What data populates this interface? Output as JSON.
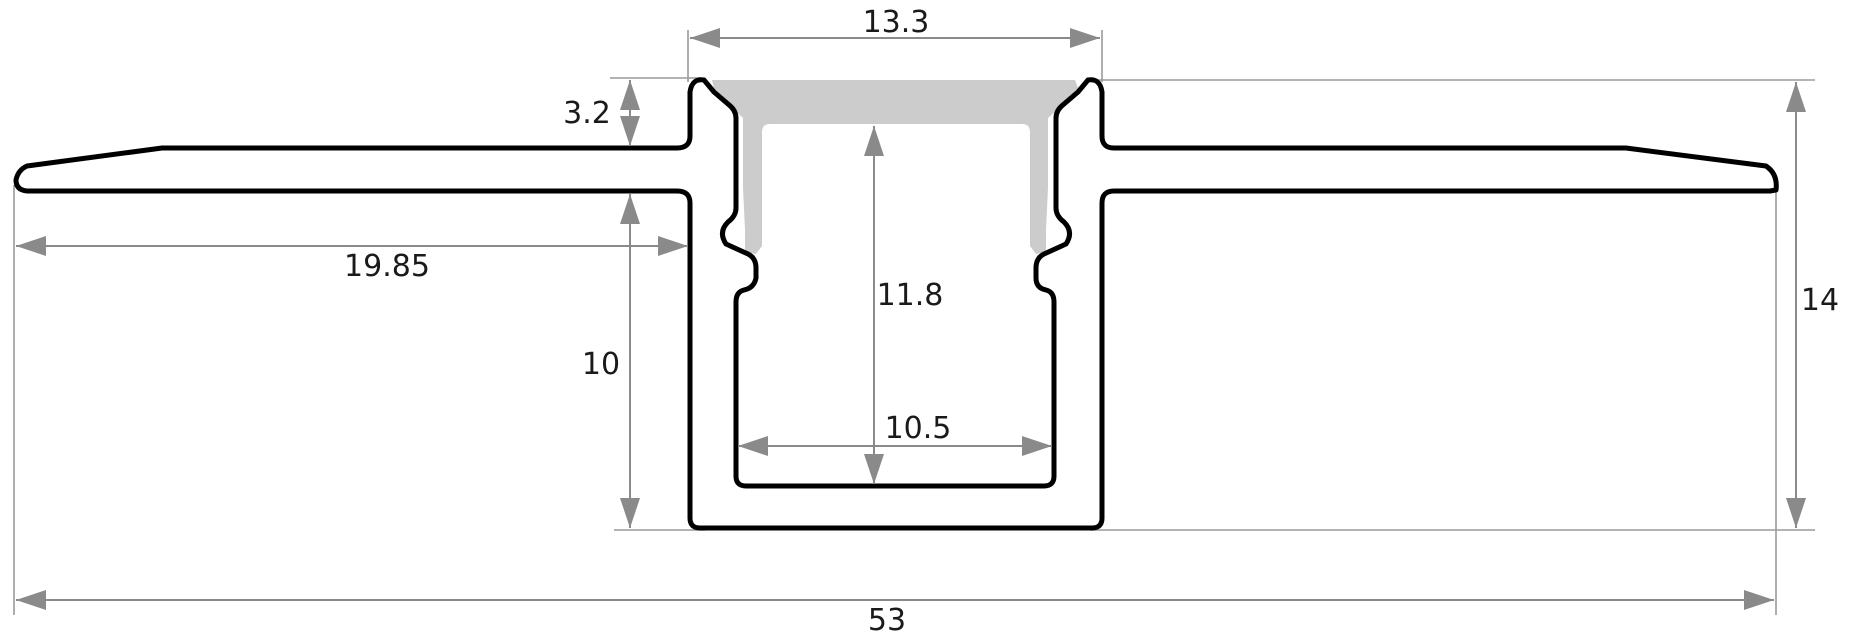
{
  "diagram": {
    "type": "aluminium-profile-cross-section",
    "dimensions": {
      "top_opening": "13.3",
      "lip_height": "3.2",
      "flange_width": "19.85",
      "channel_depth": "10",
      "inner_height": "11.8",
      "inner_width": "10.5",
      "total_height": "14",
      "total_width": "53"
    },
    "colors": {
      "outline": "#000000",
      "dimension_line": "#8a8a8a",
      "diffuser": "#cccccc"
    }
  }
}
